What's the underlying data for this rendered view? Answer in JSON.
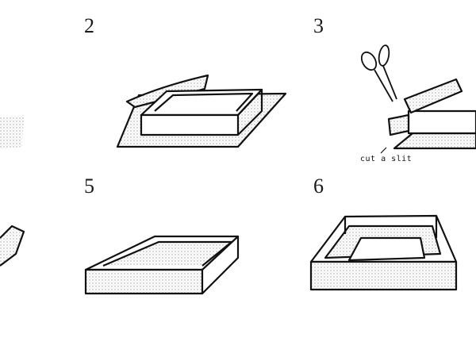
{
  "steps": [
    {
      "number": "2"
    },
    {
      "number": "3",
      "note": "cut a slit"
    },
    {
      "number": "5"
    },
    {
      "number": "6"
    }
  ],
  "colors": {
    "ink": "#111111",
    "paper": "#ffffff",
    "shade": "#d8d8d8"
  }
}
